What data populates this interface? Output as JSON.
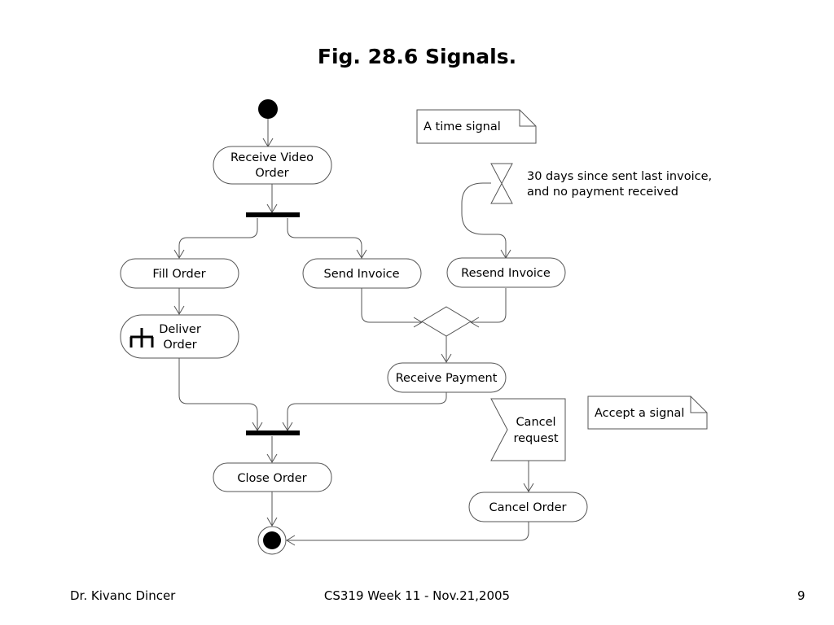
{
  "slide": {
    "title": "Fig. 28.6 Signals."
  },
  "diagram": {
    "nodes": {
      "receive_video_order": [
        "Receive Video",
        "Order"
      ],
      "fill_order": "Fill Order",
      "send_invoice": "Send Invoice",
      "resend_invoice": "Resend Invoice",
      "deliver_order": [
        "Deliver",
        "Order"
      ],
      "receive_payment": "Receive Payment",
      "close_order": "Close Order",
      "cancel_order": "Cancel Order",
      "cancel_request": [
        "Cancel",
        "request"
      ]
    },
    "notes": {
      "time_signal": "A time signal",
      "accept_signal": "Accept a signal"
    },
    "time_event_label": [
      "30 days since sent last invoice,",
      "and no payment received"
    ]
  },
  "footer": {
    "author": "Dr. Kivanc Dincer",
    "course": "CS319 Week 11 - Nov.21,2005",
    "page": "9"
  }
}
